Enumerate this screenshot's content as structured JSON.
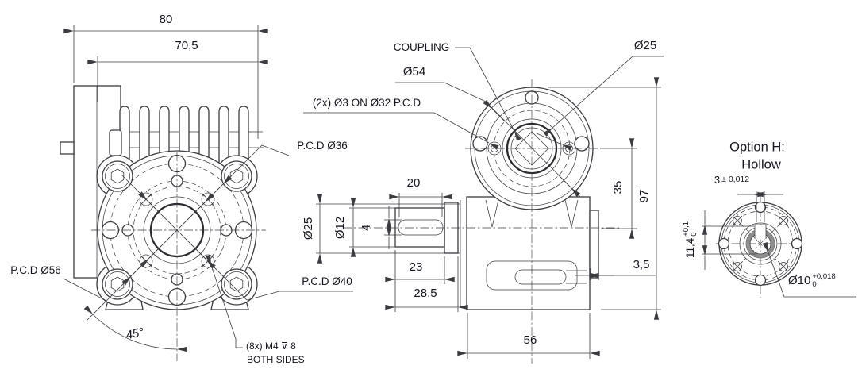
{
  "title": "Worm gearbox dimensional drawing",
  "colors": {
    "line": "#3b3b40",
    "text": "#15151f",
    "bore_shading": "#8f8f8f",
    "background": "#ffffff"
  },
  "views": {
    "front": {
      "dim_width_total": "80",
      "dim_width_body": "70,5",
      "label_pcd36": "P.C.D Ø36",
      "label_pcd56": "P.C.D Ø56",
      "label_pcd40": "P.C.D Ø40",
      "dim_angle": "45°",
      "note_thread_line1": "(8x) M4 ⊽ 8",
      "note_thread_line2": "BOTH SIDES"
    },
    "side": {
      "label_coupling": "COUPLING",
      "dim_coupling_od": "Ø54",
      "note_holes": "(2x) Ø3 ON Ø32 P.C.D",
      "dim_coupling_bore": "Ø25",
      "dim_key_length": "20",
      "dim_shaft_boss": "Ø25",
      "dim_shaft": "Ø12",
      "dim_key_width": "4",
      "dim_shaft_length": "23",
      "dim_shaft_length_total": "28,5",
      "dim_axis_height": "35",
      "dim_total_height": "97",
      "dim_wall": "3,5",
      "dim_body_width": "56"
    },
    "option_h": {
      "title_line1": "Option H:",
      "title_line2": "Hollow",
      "dim_key_width_value": "3",
      "dim_key_width_tol": "± 0,012",
      "dim_key_height_value": "11,4",
      "dim_key_height_tol_upper": "+0,1",
      "dim_key_height_tol_lower": "0",
      "dim_bore_value": "Ø10",
      "dim_bore_tol_upper": "+0,018",
      "dim_bore_tol_lower": "0"
    }
  }
}
